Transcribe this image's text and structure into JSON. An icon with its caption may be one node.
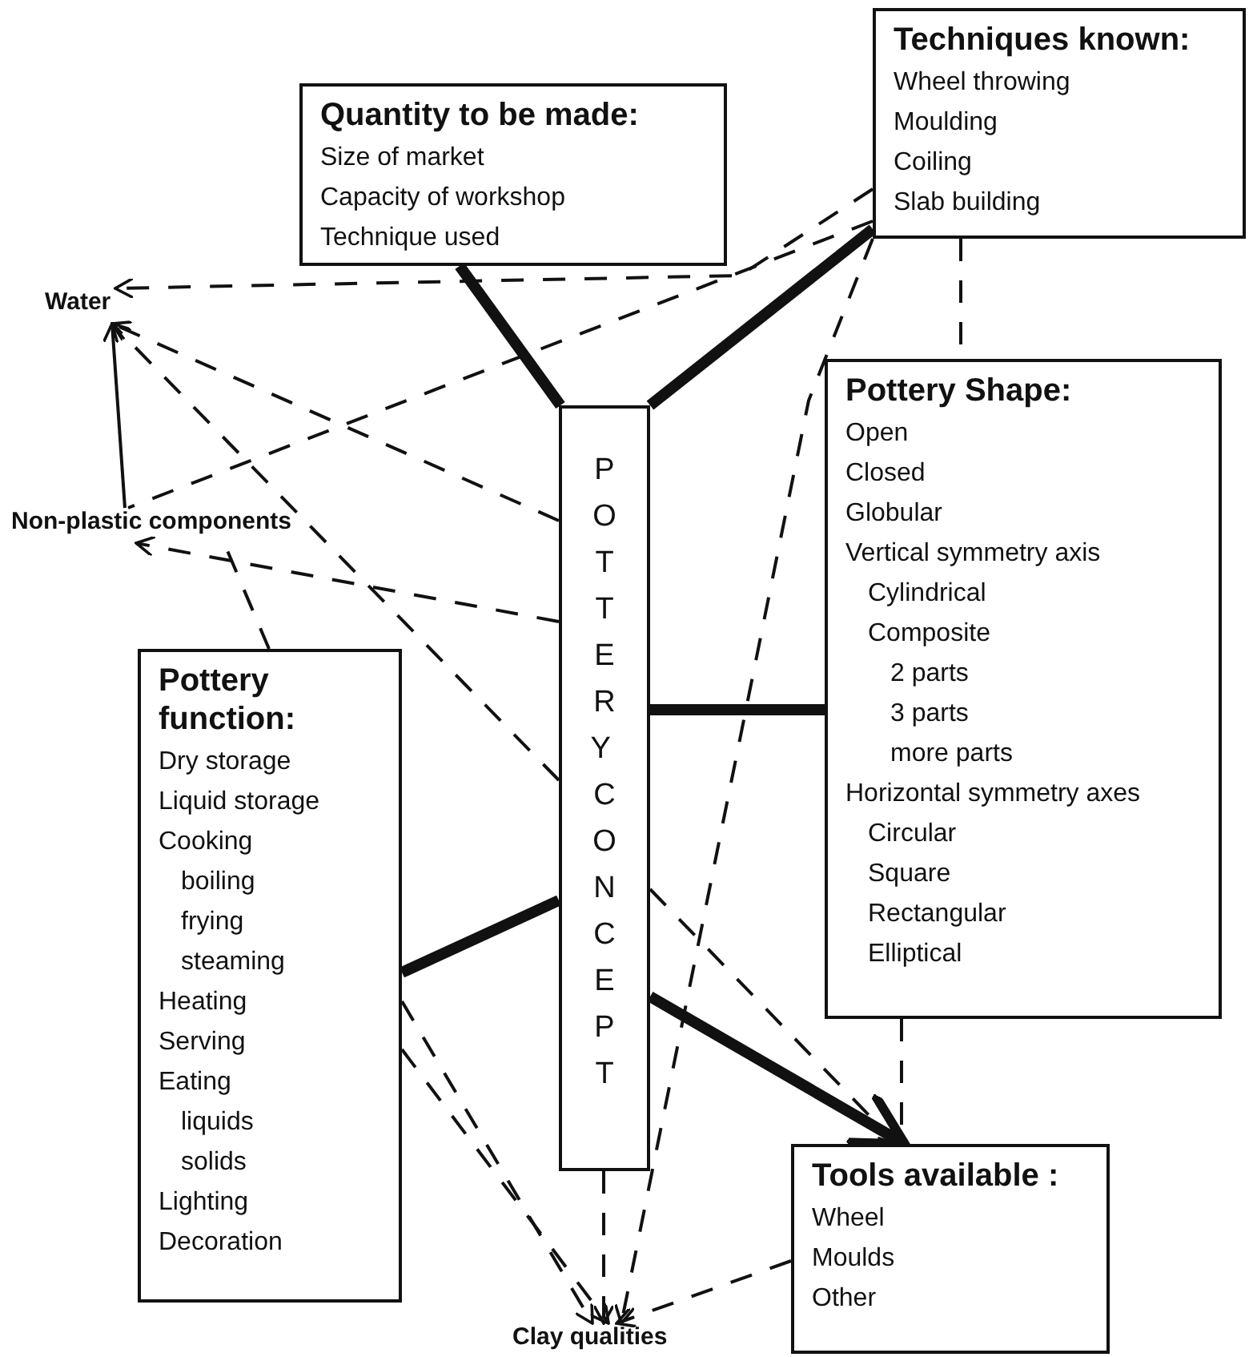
{
  "diagram": {
    "nodes": [
      {
        "text": [
          "Quantity to be made:",
          "Size of market",
          "Capacity of workshop",
          "Technique used"
        ]
      },
      {
        "text": [
          "Techniques known:",
          "Wheel throwing",
          "Moulding",
          "Coiling",
          "Slab building"
        ]
      },
      {
        "text": [
          "Pottery Shape:",
          "Open",
          "Closed",
          "Globular",
          "Vertical symmetry axis",
          "Cylindrical",
          "Composite",
          "2 parts",
          "3 parts",
          "more parts",
          "Horizontal symmetry axes",
          "Circular",
          "Square",
          "Rectangular",
          "Elliptical"
        ]
      },
      {
        "text": [
          "POTTERY CONCEPT"
        ]
      },
      {
        "text": [
          "Pottery function:",
          "Dry storage",
          "Liquid storage",
          "Cooking",
          "boiling",
          "frying",
          "steaming",
          "Heating",
          "Serving",
          "Eating",
          "liquids",
          "solids",
          "Lighting",
          "Decoration"
        ]
      },
      {
        "text": [
          "Tools available :",
          "Wheel",
          "Moulds",
          "Other"
        ]
      },
      {
        "text": [
          "Water"
        ]
      },
      {
        "text": [
          "Non-plastic components"
        ]
      },
      {
        "text": [
          "Clay qualities"
        ]
      }
    ],
    "edges": [
      {
        "from": 0,
        "to": 3,
        "arrow": "none",
        "style": "thick"
      },
      {
        "from": 1,
        "to": 3,
        "arrow": "none",
        "style": "thick"
      },
      {
        "from": 2,
        "to": 3,
        "arrow": "none",
        "style": "thick"
      },
      {
        "from": 4,
        "to": 3,
        "arrow": "none",
        "style": "thick"
      },
      {
        "from": 3,
        "to": 5,
        "arrow": "to",
        "style": "thick"
      },
      {
        "from": 1,
        "to": 6,
        "arrow": "to",
        "style": "dashed"
      },
      {
        "from": 3,
        "to": 6,
        "arrow": "to",
        "style": "dashed"
      },
      {
        "from": 3,
        "to": 6,
        "arrow": "to",
        "style": "dashed"
      },
      {
        "from": 1,
        "to": 7,
        "arrow": "none",
        "style": "dashed"
      },
      {
        "from": 7,
        "to": 6,
        "arrow": "to"
      },
      {
        "from": 3,
        "to": 7,
        "arrow": "to",
        "style": "dashed"
      },
      {
        "from": 4,
        "to": 7,
        "arrow": "none",
        "style": "dashed"
      },
      {
        "from": 4,
        "to": 8,
        "arrow": "to",
        "style": "dashed"
      },
      {
        "from": 4,
        "to": 8,
        "arrow": "to",
        "style": "dashed"
      },
      {
        "from": 3,
        "to": 8,
        "arrow": "to",
        "style": "dashed"
      },
      {
        "from": 1,
        "to": 8,
        "arrow": "to",
        "style": "dashed"
      },
      {
        "from": 1,
        "to": 2,
        "arrow": "none",
        "style": "dashed"
      },
      {
        "from": 2,
        "to": 5,
        "arrow": "none",
        "style": "dashed"
      },
      {
        "from": 3,
        "to": 5,
        "arrow": "to",
        "style": "dashed"
      },
      {
        "from": 5,
        "to": 8,
        "arrow": "to",
        "style": "dashed"
      }
    ]
  }
}
